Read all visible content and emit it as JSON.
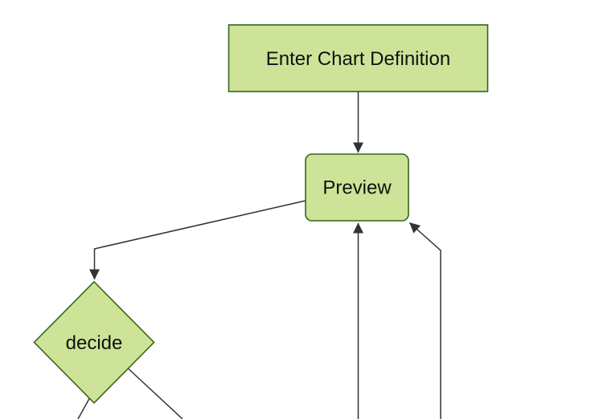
{
  "colors": {
    "background": "#ffffff",
    "node-fill": "#cde498",
    "node-border": "#35641c",
    "edge-line": "#333333",
    "node-text": "#111111"
  },
  "diagram": {
    "type": "flowchart",
    "direction": "top-down",
    "nodes": [
      {
        "id": "enter-chart-definition",
        "label": "Enter Chart Definition",
        "shape": "rectangle"
      },
      {
        "id": "preview",
        "label": "Preview",
        "shape": "rounded-rectangle"
      },
      {
        "id": "decide",
        "label": "decide",
        "shape": "diamond"
      }
    ],
    "edges": [
      {
        "from": "enter-chart-definition",
        "to": "preview",
        "arrowhead": true
      },
      {
        "from": "preview",
        "to": "decide",
        "arrowhead": true
      },
      {
        "from": "below-viewport",
        "to": "preview",
        "arrowhead": true
      },
      {
        "from": "below-viewport",
        "to": "preview-corner",
        "arrowhead": true
      },
      {
        "from": "decide",
        "to": "below-viewport-left",
        "arrowhead": false
      },
      {
        "from": "decide",
        "to": "below-viewport-right",
        "arrowhead": false
      }
    ]
  }
}
